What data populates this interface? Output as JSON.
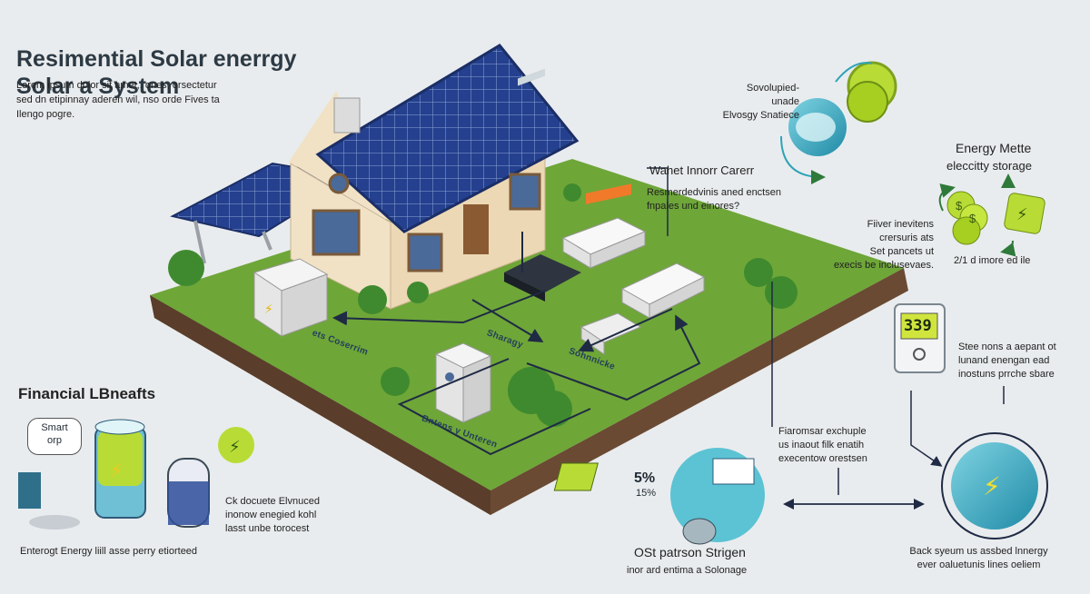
{
  "header": {
    "title_line1": "Resimential Solar enerrgy",
    "title_line2": "Solar a System",
    "intro": "Lorem ipsum dolor sit amet,. ones, orsectetur\nsed dn etipinnay aderen wil, nso orde Fives  ta\nIlengo pogre."
  },
  "storage_panel": {
    "lines": "Sovolupied-\nunade\nElvosgy Snatiece"
  },
  "energy_meter": {
    "title": "Energy Mette",
    "subtitle": "eleccitty storage",
    "desc": "Fiiver inevitens\ncrersuris ats\nSet pancets ut\nexecis be inclusevaes.",
    "note": "2/1 d imore ed ile"
  },
  "center_note": {
    "title": "Wahet Innorr Carerr",
    "desc": "Resmerdedvinis aned enctsen\nfnpales und einores?"
  },
  "iso_labels": {
    "left": "ets Coserrim",
    "center": "Sharagy",
    "right": "Sohnnicke",
    "bottom": "Bntens y Unteren"
  },
  "meter_device": {
    "reading": "339",
    "desc": "Stee nons a aepant ot\nlunand enengan ead\ninostuns prrche sbare"
  },
  "flow_note": {
    "desc": "Fiaromsar exchuple\nus inaout filk enatih\nexecentow orestsen"
  },
  "cost_section": {
    "pct1": "5%",
    "pct2": "15%",
    "title": "OSt patrson Strigen",
    "subtitle": "inor ard entima a Solonage"
  },
  "grid_section": {
    "desc": "Back syeum us assbed lnnergy\never oaluetunis lines oeliem"
  },
  "financial": {
    "title": "Financial LBneafts",
    "bubble": "Smart\norp",
    "desc": "Ck docuete Elvnuced\ninonow enegied kohl\nlasst unbe torocest",
    "footer": "Enterogt Energy liill asse perry etiorteed"
  },
  "colors": {
    "roof": "#24408e",
    "grass": "#6ea638",
    "wall": "#f1e2c6",
    "accent_green": "#9cd52e",
    "accent_teal": "#2ea3b7",
    "background": "#e9ecee"
  }
}
